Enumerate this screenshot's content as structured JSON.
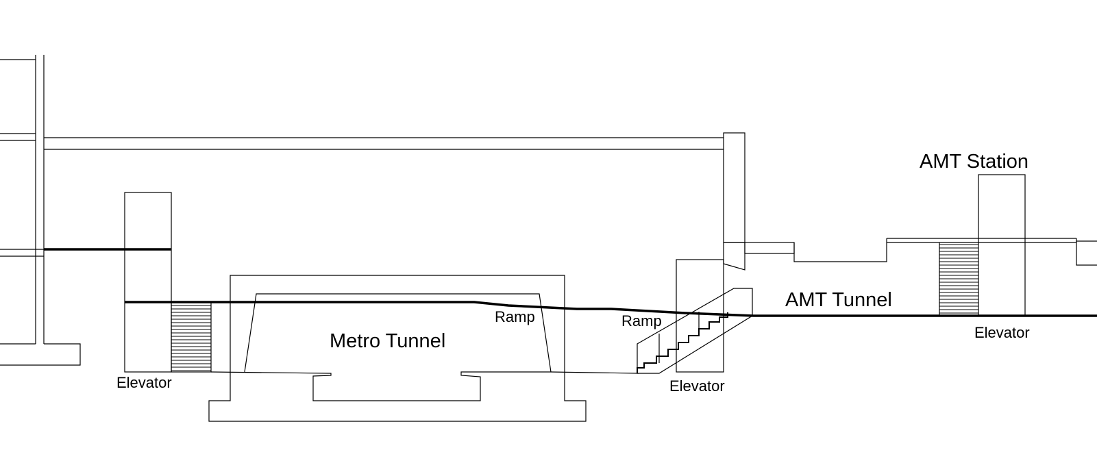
{
  "labels": {
    "amt_station": "AMT Station",
    "amt_tunnel": "AMT Tunnel",
    "metro_tunnel": "Metro Tunnel",
    "ramp_left": "Ramp",
    "ramp_right": "Ramp",
    "elevator_left": "Elevator",
    "elevator_middle": "Elevator",
    "elevator_right": "Elevator"
  },
  "colors": {
    "line": "#000000",
    "background": "#ffffff"
  }
}
